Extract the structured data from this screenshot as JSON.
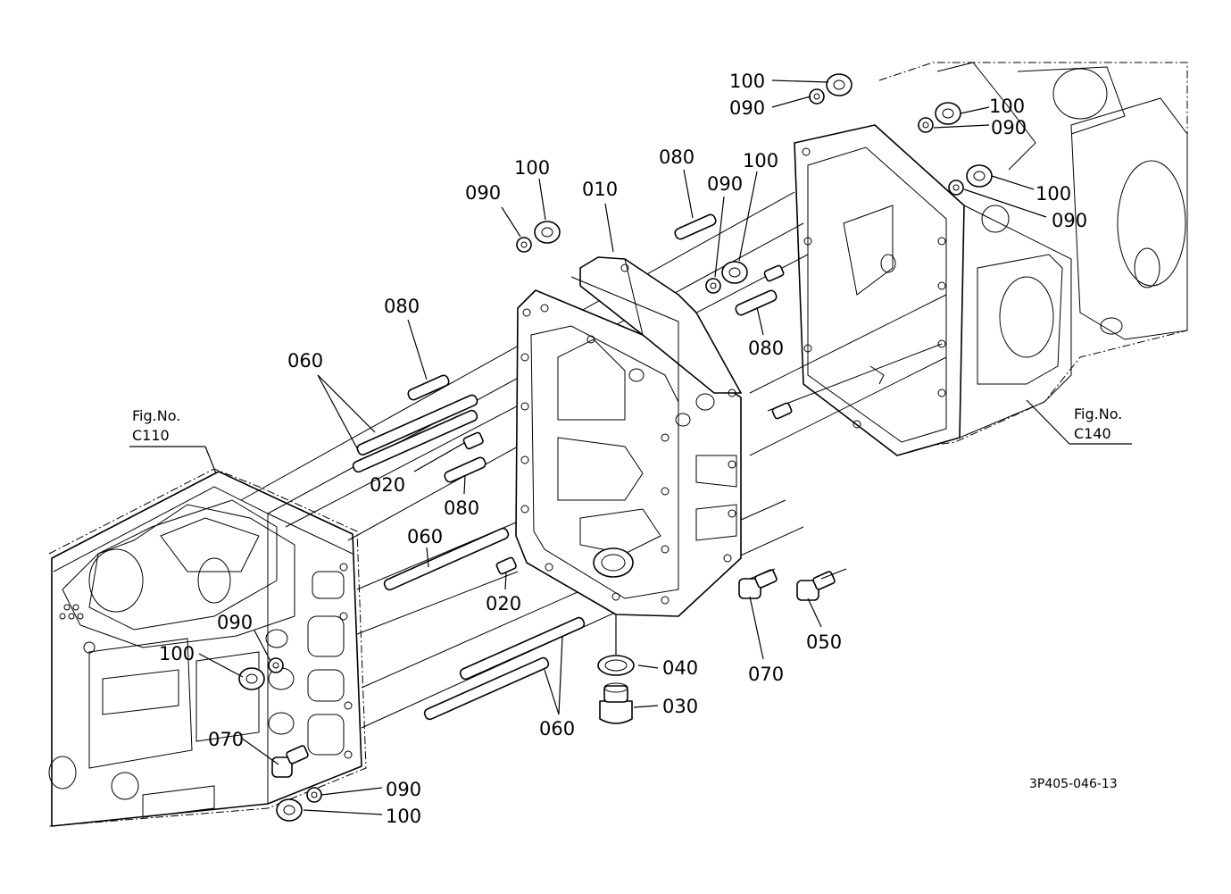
{
  "figure": {
    "drawing_code": "3P405-046-13",
    "references": [
      {
        "id": "left",
        "line1": "Fig.No.",
        "line2": "C110"
      },
      {
        "id": "right",
        "line1": "Fig.No.",
        "line2": "C140"
      }
    ]
  },
  "callouts": [
    {
      "id": "c100a",
      "label": "100"
    },
    {
      "id": "c090a",
      "label": "090"
    },
    {
      "id": "c100b",
      "label": "100"
    },
    {
      "id": "c090b",
      "label": "090"
    },
    {
      "id": "c100c",
      "label": "100"
    },
    {
      "id": "c090c",
      "label": "090"
    },
    {
      "id": "c090d",
      "label": "090"
    },
    {
      "id": "c100d",
      "label": "100"
    },
    {
      "id": "c010",
      "label": "010"
    },
    {
      "id": "c080a",
      "label": "080"
    },
    {
      "id": "c090e",
      "label": "090"
    },
    {
      "id": "c100e",
      "label": "100"
    },
    {
      "id": "c080b",
      "label": "080"
    },
    {
      "id": "c080c",
      "label": "080"
    },
    {
      "id": "c060a",
      "label": "060"
    },
    {
      "id": "c020a",
      "label": "020"
    },
    {
      "id": "c080d",
      "label": "080"
    },
    {
      "id": "c060b",
      "label": "060"
    },
    {
      "id": "c020b",
      "label": "020"
    },
    {
      "id": "c090f",
      "label": "090"
    },
    {
      "id": "c100f",
      "label": "100"
    },
    {
      "id": "c040",
      "label": "040"
    },
    {
      "id": "c030",
      "label": "030"
    },
    {
      "id": "c060c",
      "label": "060"
    },
    {
      "id": "c070a",
      "label": "070"
    },
    {
      "id": "c050",
      "label": "050"
    },
    {
      "id": "c070b",
      "label": "070"
    },
    {
      "id": "c090g",
      "label": "090"
    },
    {
      "id": "c100g",
      "label": "100"
    }
  ]
}
